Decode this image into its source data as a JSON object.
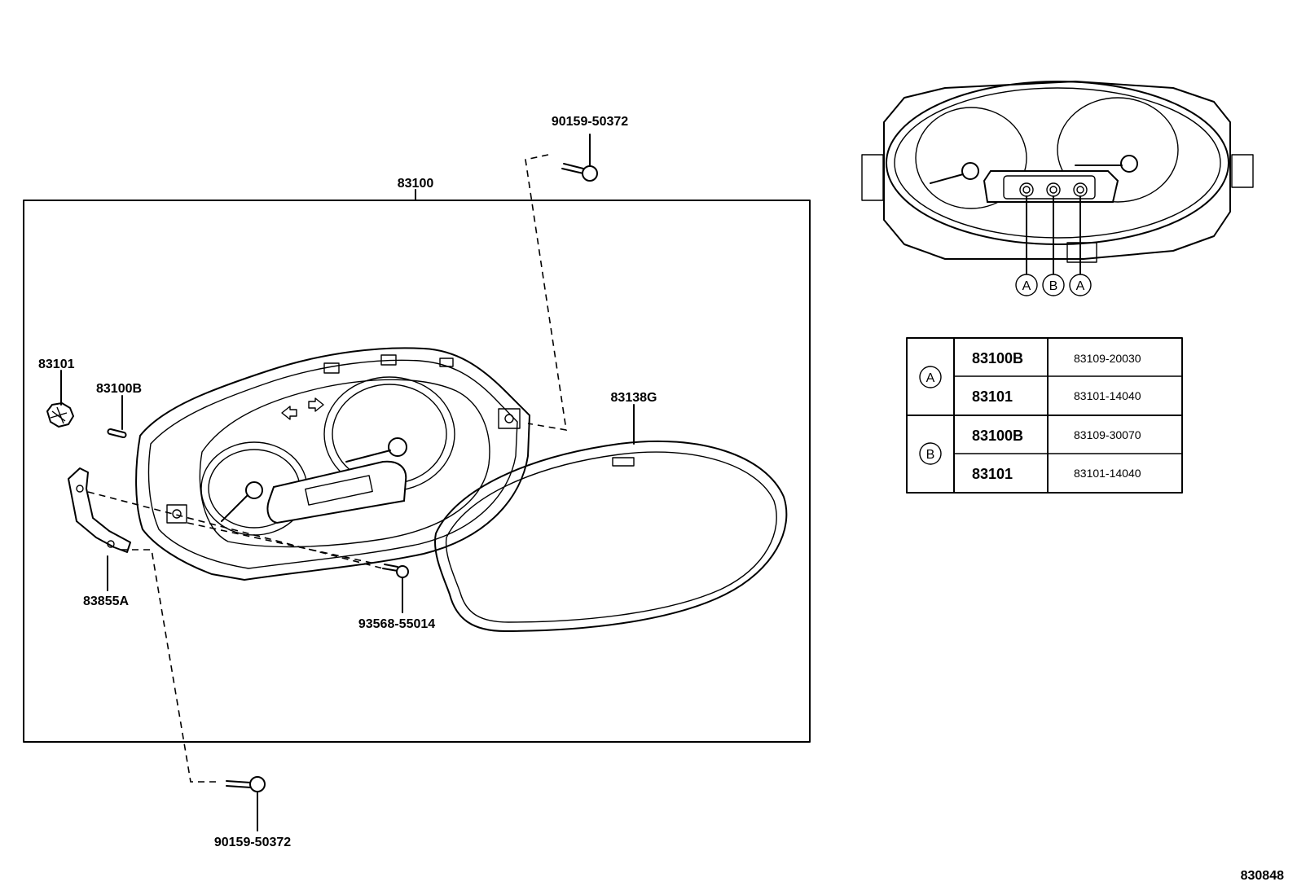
{
  "labels": {
    "bolt_top": "90159-50372",
    "cluster_assy": "83100",
    "bulb": "83101",
    "bulb_socket": "83100B",
    "lens": "83138G",
    "bracket": "83855A",
    "screw": "93568-55014",
    "bolt_bottom": "90159-50372",
    "figure_code": "830848"
  },
  "callouts": {
    "a_left": "A",
    "b_mid": "B",
    "a_right": "A"
  },
  "table": {
    "groups": [
      {
        "symbol": "A",
        "rows": [
          {
            "code": "83100B",
            "part_no": "83109-20030"
          },
          {
            "code": "83101",
            "part_no": "83101-14040"
          }
        ]
      },
      {
        "symbol": "B",
        "rows": [
          {
            "code": "83100B",
            "part_no": "83109-30070"
          },
          {
            "code": "83101",
            "part_no": "83101-14040"
          }
        ]
      }
    ]
  }
}
